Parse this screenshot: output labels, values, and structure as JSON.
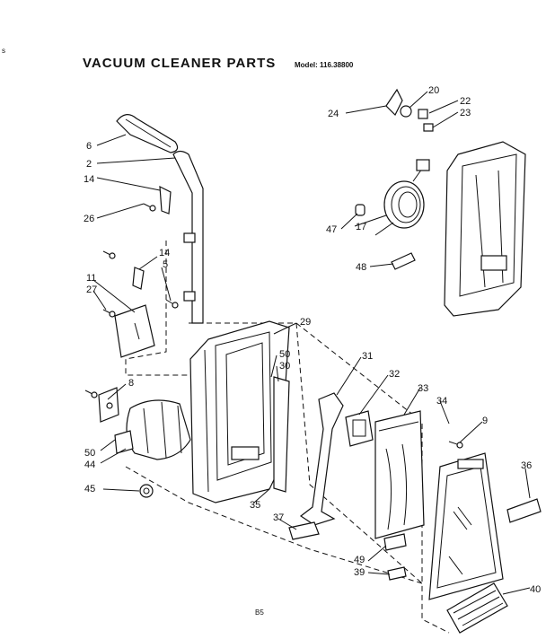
{
  "header": {
    "title": "VACUUM CLEANER PARTS",
    "model": "Model: 116.38800",
    "corner_mark": "s"
  },
  "footer": {
    "page_code": "B5"
  },
  "callouts": [
    "2",
    "5",
    "6",
    "8",
    "9",
    "11",
    "14",
    "14",
    "17",
    "20",
    "22",
    "23",
    "24",
    "26",
    "27",
    "29",
    "30",
    "31",
    "32",
    "33",
    "34",
    "35",
    "36",
    "37",
    "39",
    "40",
    "44",
    "45",
    "47",
    "48",
    "49",
    "50",
    "50"
  ]
}
